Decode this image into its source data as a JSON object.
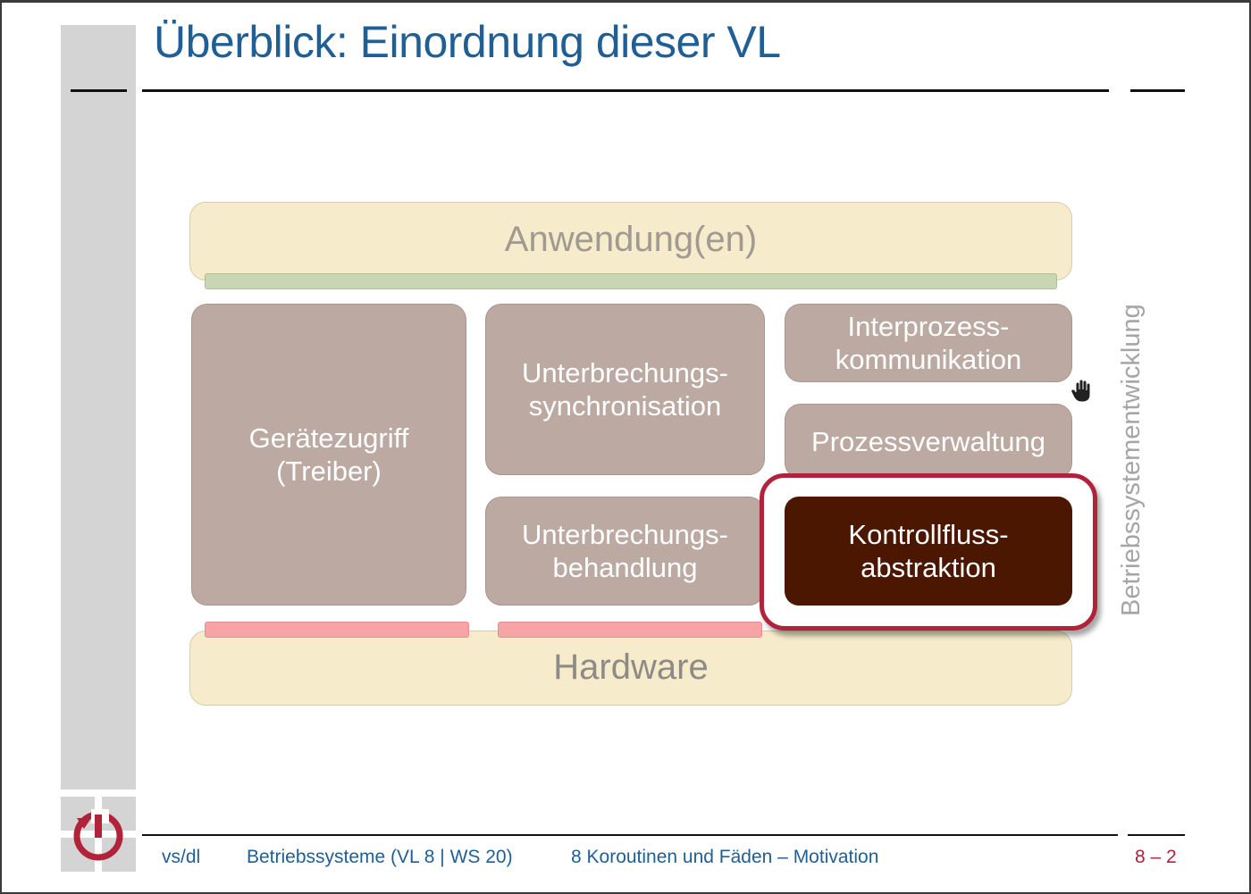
{
  "slide": {
    "title": "Überblick: Einordnung dieser VL",
    "vertical_label": "Betriebssystementwicklung"
  },
  "diagram": {
    "application": "Anwendung(en)",
    "hardware": "Hardware",
    "device_access": [
      "Gerätezugriff",
      "(Treiber)"
    ],
    "interrupt_sync": [
      "Unterbrechungs-",
      "synchronisation"
    ],
    "ipc": [
      "Interprozess-",
      "kommunikation"
    ],
    "process_mgmt": "Prozessverwaltung",
    "interrupt_handling": [
      "Unterbrechungs-",
      "behandlung"
    ],
    "control_flow": [
      "Kontrollfluss-",
      "abstraktion"
    ]
  },
  "footer": {
    "author": "vs/dl",
    "course": "Betriebssysteme (VL 8 | WS 20)",
    "chapter": "8 Koroutinen und Fäden – Motivation",
    "page": "8 – 2"
  },
  "colors": {
    "title_blue": "#1f5f95",
    "highlight_red": "#b0233b",
    "dark_box": "#4c1700",
    "grey_box": "#bba9a2",
    "tan_box": "#f6ebca"
  }
}
